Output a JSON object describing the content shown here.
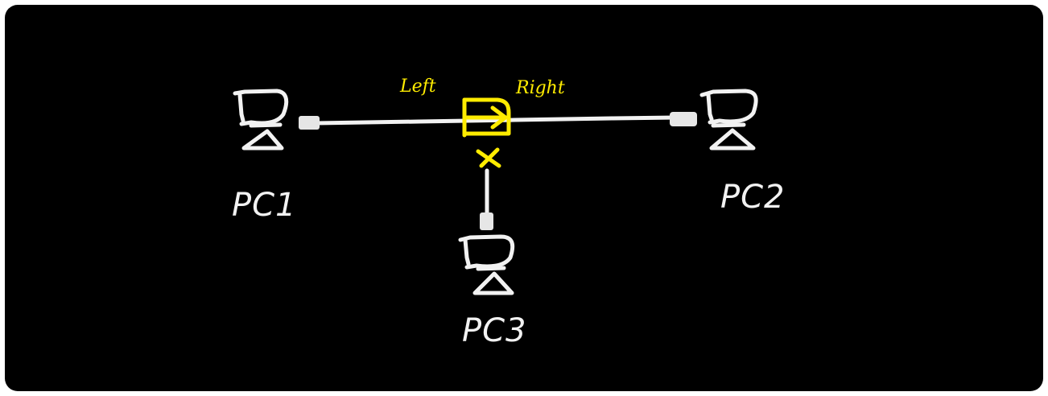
{
  "diagram": {
    "labels": {
      "left": "Left",
      "right": "Right",
      "block_mark": "×",
      "pc1": "PC1",
      "pc2": "PC2",
      "pc3": "PC3"
    },
    "colors": {
      "background": "#000000",
      "ink_white": "#f2f2f2",
      "ink_yellow": "#ffec00"
    },
    "nodes": [
      {
        "id": "pc1",
        "icon": "computer-icon",
        "label": "PC1"
      },
      {
        "id": "pc2",
        "icon": "computer-icon",
        "label": "PC2"
      },
      {
        "id": "pc3",
        "icon": "computer-icon",
        "label": "PC3"
      }
    ],
    "links": [
      {
        "from": "pc1",
        "to": "junction"
      },
      {
        "from": "junction",
        "to": "pc2"
      },
      {
        "from": "junction",
        "to": "pc3",
        "blocked": true
      }
    ],
    "junction_icon": "one-way-arrow-box-icon"
  }
}
